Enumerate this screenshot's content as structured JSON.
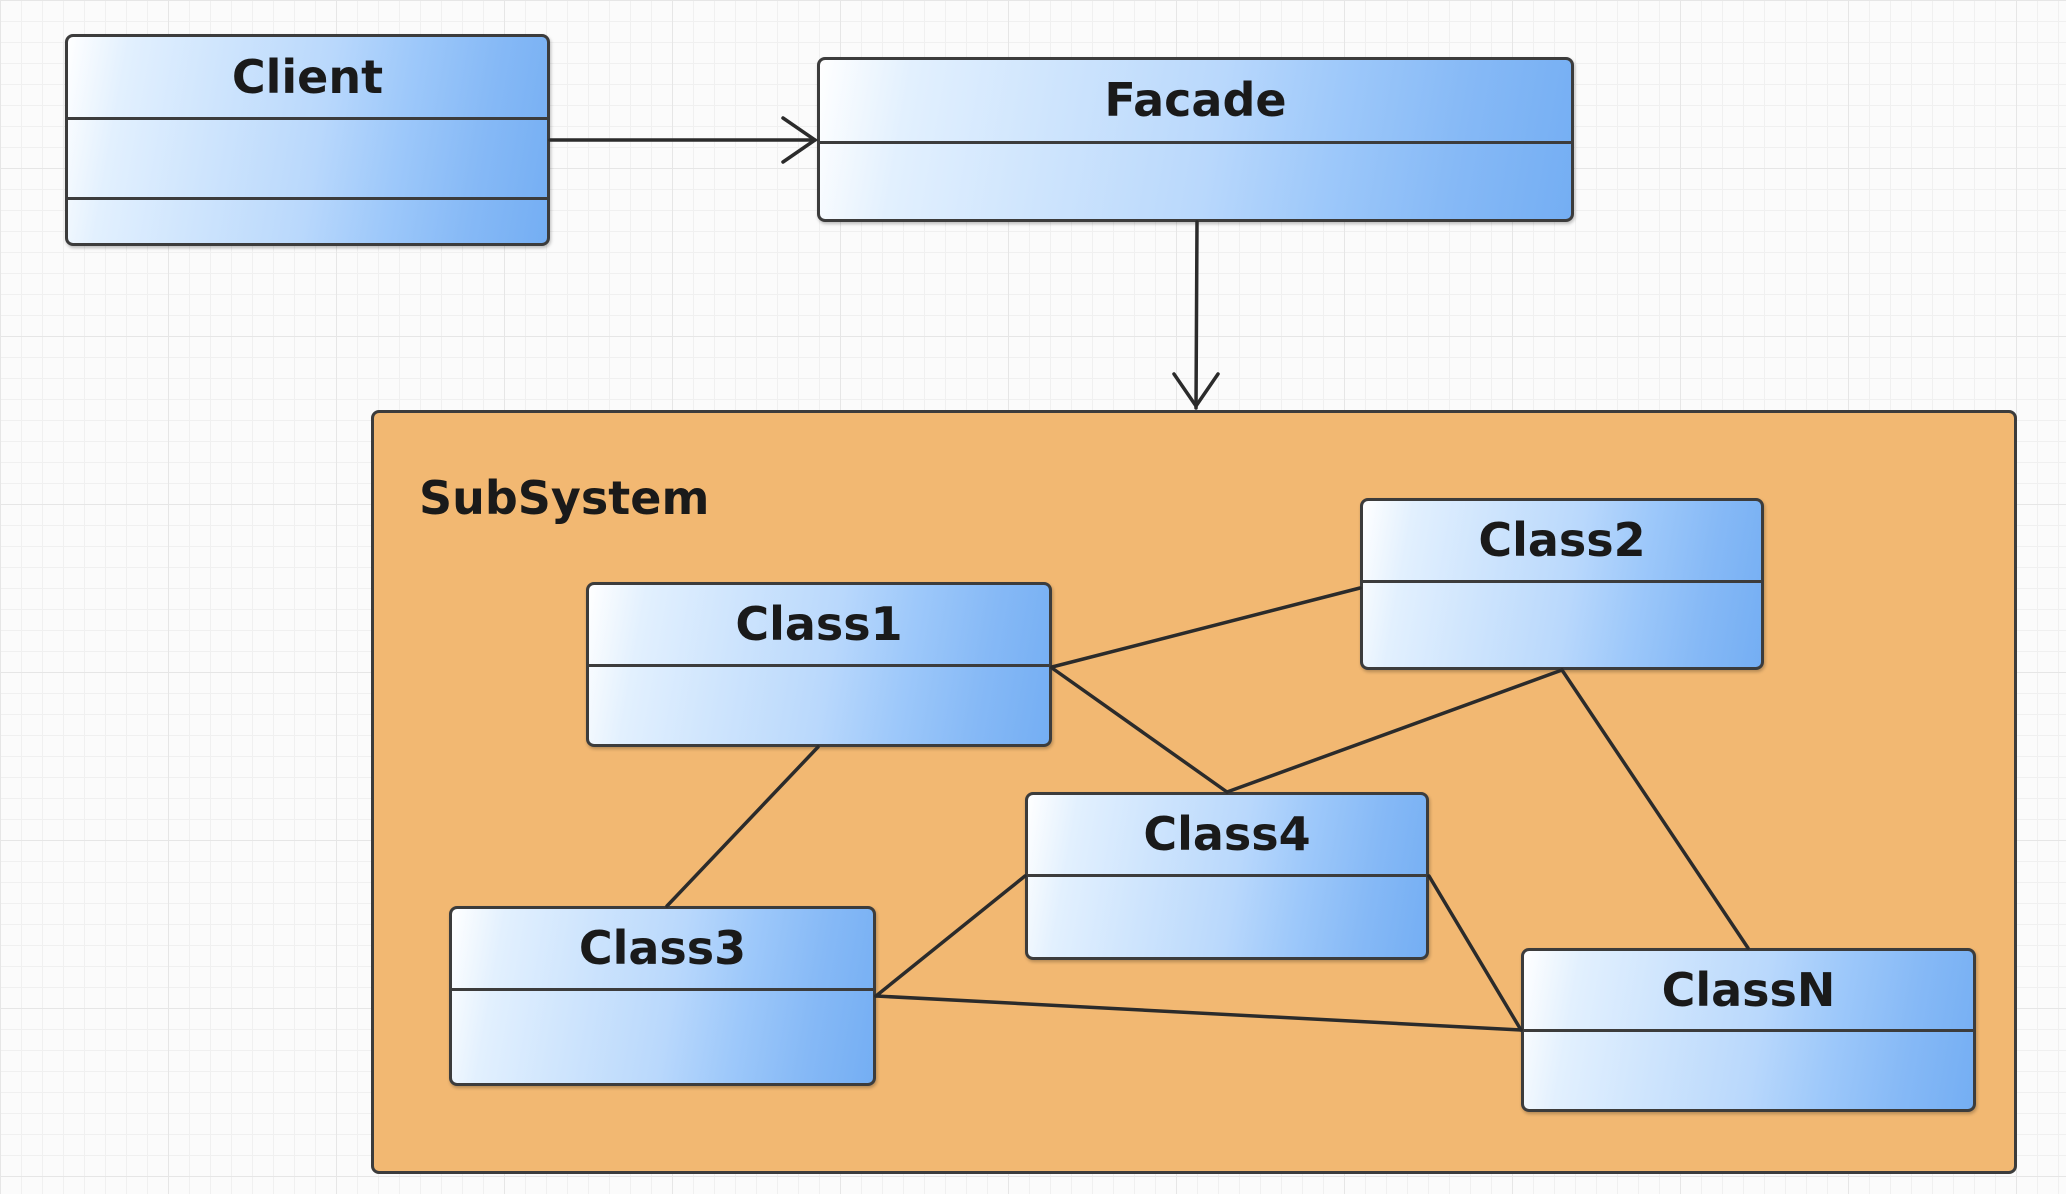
{
  "diagram": {
    "client": {
      "name": "Client"
    },
    "facade": {
      "name": "Facade"
    },
    "subsystem": {
      "label": "SubSystem",
      "classes": {
        "class1": {
          "name": "Class1"
        },
        "class2": {
          "name": "Class2"
        },
        "class3": {
          "name": "Class3"
        },
        "class4": {
          "name": "Class4"
        },
        "classN": {
          "name": "ClassN"
        }
      }
    },
    "relations": [
      {
        "from": "Client",
        "to": "Facade",
        "type": "association-arrow"
      },
      {
        "from": "Facade",
        "to": "SubSystem",
        "type": "association-arrow"
      },
      {
        "from": "Class1",
        "to": "Class2",
        "type": "line"
      },
      {
        "from": "Class1",
        "to": "Class4",
        "type": "line"
      },
      {
        "from": "Class1",
        "to": "Class3",
        "type": "line"
      },
      {
        "from": "Class2",
        "to": "Class4",
        "type": "line"
      },
      {
        "from": "Class2",
        "to": "ClassN",
        "type": "line"
      },
      {
        "from": "Class3",
        "to": "Class4",
        "type": "line"
      },
      {
        "from": "Class3",
        "to": "ClassN",
        "type": "line"
      },
      {
        "from": "Class4",
        "to": "ClassN",
        "type": "line"
      }
    ]
  },
  "colors": {
    "subsystem_fill": "#f2b872",
    "class_gradient_light": "#ffffff",
    "class_gradient_dark": "#74aef3",
    "border": "#3c3c3c",
    "background": "#fbfbfb"
  }
}
